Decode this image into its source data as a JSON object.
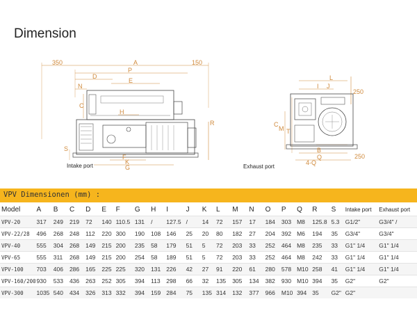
{
  "title": "Dimension",
  "drawing": {
    "front_dims": [
      "350",
      "A",
      "150",
      "P",
      "D",
      "E",
      "N",
      "H",
      "C",
      "R",
      "S",
      "F",
      "K",
      "G"
    ],
    "side_dims": [
      "L",
      "I",
      "J",
      "250",
      "C",
      "M",
      "T",
      "B",
      "Q",
      "250",
      "4-Q"
    ],
    "intake_caption": "Intake port",
    "exhaust_caption": "Exhaust port"
  },
  "section_title": "VPV Dimensionen (mm) :",
  "table": {
    "headers": [
      "Model",
      "A",
      "B",
      "C",
      "D",
      "E",
      "F",
      "G",
      "H",
      "I",
      "J",
      "K",
      "L",
      "M",
      "N",
      "O",
      "P",
      "Q",
      "R",
      "S",
      "Intake port",
      "Exhaust port"
    ],
    "rows": [
      [
        "VPV-20",
        "317",
        "249",
        "219",
        "72",
        "140",
        "110.5",
        "131",
        "/",
        "127.5",
        "/",
        "14",
        "72",
        "157",
        "17",
        "184",
        "303",
        "M8",
        "125.8",
        "5.3",
        "G1/2\"",
        "G3/4\" /"
      ],
      [
        "VPV-22/28",
        "496",
        "268",
        "248",
        "112",
        "220",
        "300",
        "190",
        "108",
        "146",
        "25",
        "20",
        "80",
        "182",
        "27",
        "204",
        "392",
        "M6",
        "194",
        "35",
        "G3/4\"",
        "G3/4\""
      ],
      [
        "VPV-40",
        "555",
        "304",
        "268",
        "149",
        "215",
        "200",
        "235",
        "58",
        "179",
        "51",
        "5",
        "72",
        "203",
        "33",
        "252",
        "464",
        "M8",
        "235",
        "33",
        "G1\" 1/4",
        "G1\" 1/4"
      ],
      [
        "VPV-65",
        "555",
        "311",
        "268",
        "149",
        "215",
        "200",
        "254",
        "58",
        "189",
        "51",
        "5",
        "72",
        "203",
        "33",
        "252",
        "464",
        "M8",
        "242",
        "33",
        "G1\" 1/4",
        "G1\" 1/4"
      ],
      [
        "VPV-100",
        "703",
        "406",
        "286",
        "165",
        "225",
        "225",
        "320",
        "131",
        "226",
        "42",
        "27",
        "91",
        "220",
        "61",
        "280",
        "578",
        "M10",
        "258",
        "41",
        "G1\" 1/4",
        "G1\" 1/4"
      ],
      [
        "VPV-160/200",
        "930",
        "533",
        "436",
        "263",
        "252",
        "305",
        "394",
        "113",
        "298",
        "66",
        "32",
        "135",
        "305",
        "134",
        "382",
        "930",
        "M10",
        "394",
        "35",
        "G2\"",
        "G2\""
      ],
      [
        "VPV-300",
        "1035",
        "540",
        "434",
        "326",
        "313",
        "332",
        "394",
        "159",
        "284",
        "75",
        "135",
        "314",
        "132",
        "377",
        "966",
        "M10",
        "394",
        "35",
        "G2\"",
        "G2\"",
        ""
      ]
    ]
  }
}
